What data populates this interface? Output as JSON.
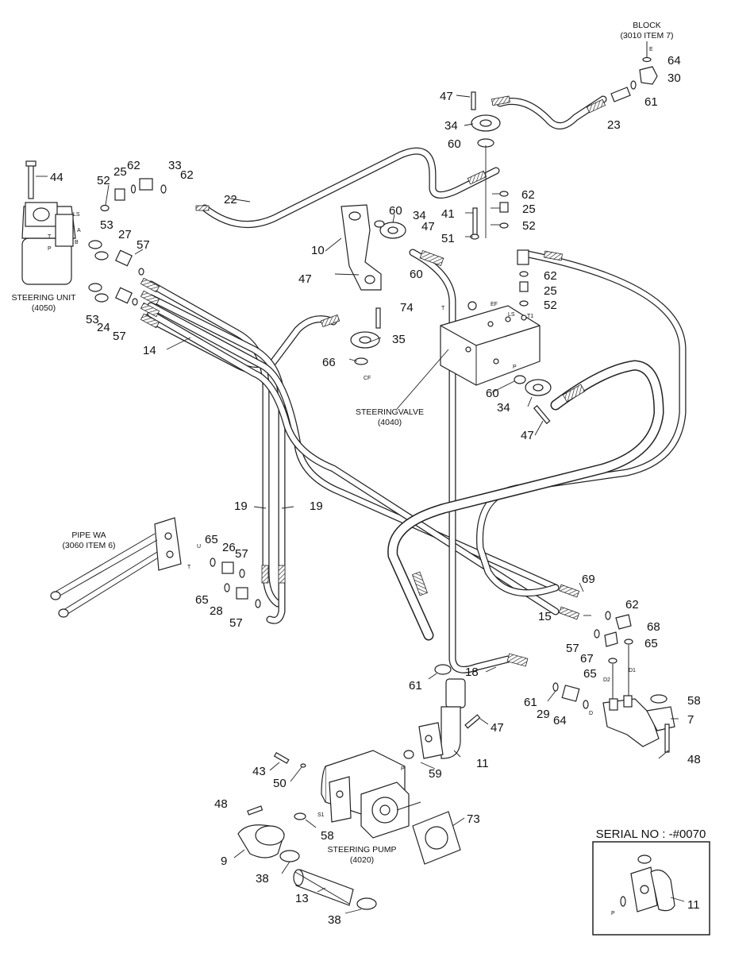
{
  "serial_label": "SERIAL NO : -#0070",
  "assemblies": {
    "block_line1": "BLOCK",
    "block_line2": "(3010 ITEM 7)",
    "steering_unit_line1": "STEERING UNIT",
    "steering_unit_line2": "(4050)",
    "steering_valve_line1": "STEERINGVALVE",
    "steering_valve_line2": "(4040)",
    "pipe_wa_line1": "PIPE WA",
    "pipe_wa_line2": "(3060 ITEM 6)",
    "steering_pump_line1": "STEERING PUMP",
    "steering_pump_line2": "(4020)"
  },
  "port_labels": {
    "E": "E",
    "LS_unit": "LS",
    "A": "A",
    "B": "B",
    "T_unit": "T",
    "P_unit": "P",
    "T_valve": "T",
    "EF": "EF",
    "LS_valve": "LS",
    "T1": "T1",
    "P_valve": "P",
    "CF": "CF",
    "U": "U",
    "T_pipe": "T",
    "D1": "D1",
    "D2": "D2",
    "D": "D",
    "P_pump": "P",
    "S1": "S1",
    "P_inset": "P"
  },
  "callouts": {
    "c64a": "64",
    "c30": "30",
    "c61a": "61",
    "c23": "23",
    "c47a": "47",
    "c34a": "34",
    "c60a": "60",
    "c44": "44",
    "c52a": "52",
    "c25a": "25",
    "c62a": "62",
    "c33": "33",
    "c62b": "62",
    "c22": "22",
    "c62c": "62",
    "c25b": "25",
    "c52b": "52",
    "c41": "41",
    "c47b": "47",
    "c51": "51",
    "c60b": "60",
    "c34b": "34",
    "c10": "10",
    "c53a": "53",
    "c27": "27",
    "c57a": "57",
    "c60c": "60",
    "c47c": "47",
    "c62d": "62",
    "c25c": "25",
    "c52c": "52",
    "c74": "74",
    "c53b": "53",
    "c24": "24",
    "c57b": "57",
    "c14": "14",
    "c35": "35",
    "c66": "66",
    "c60d": "60",
    "c34c": "34",
    "c47d": "47",
    "c19a": "19",
    "c19b": "19",
    "c65a": "65",
    "c26": "26",
    "c57c": "57",
    "c65b": "65",
    "c28": "28",
    "c57d": "57",
    "c69": "69",
    "c62e": "62",
    "c15": "15",
    "c68": "68",
    "c57e": "57",
    "c67": "67",
    "c65c": "65",
    "c65d": "65",
    "c61b": "61",
    "c18": "18",
    "c58a": "58",
    "c61c": "61",
    "c29": "29",
    "c64b": "64",
    "c7": "7",
    "c47e": "47",
    "c48a": "48",
    "c43": "43",
    "c11a": "11",
    "c59": "59",
    "c50": "50",
    "c48b": "48",
    "c58b": "58",
    "c73": "73",
    "c9": "9",
    "c38a": "38",
    "c13": "13",
    "c38b": "38",
    "c11b": "11"
  }
}
